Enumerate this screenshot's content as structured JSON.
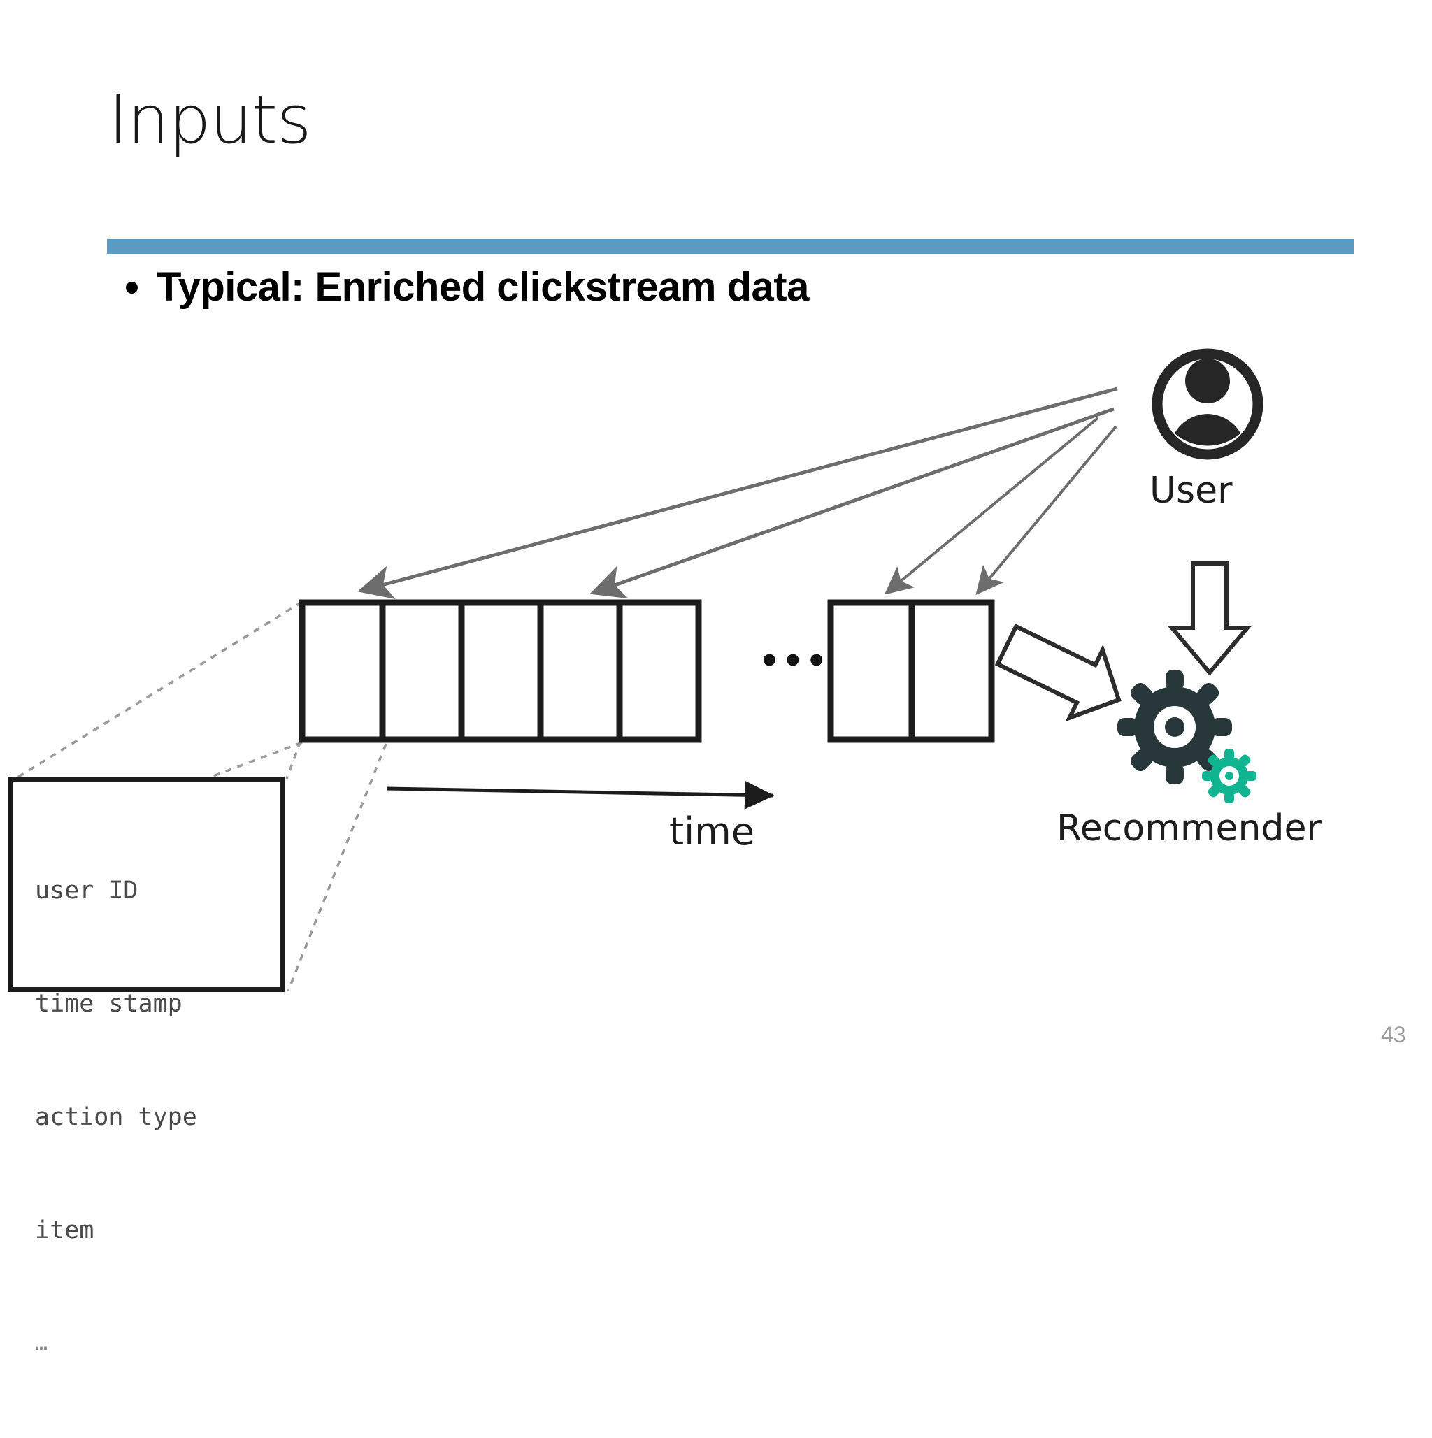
{
  "slide": {
    "title": "Inputs",
    "page_number": "43",
    "accent_color": "#5b9bc4"
  },
  "bullet": {
    "marker": "bullet-dot",
    "text": "Typical: Enriched clickstream data"
  },
  "diagram": {
    "user": {
      "icon": "user-avatar-icon",
      "label": "User"
    },
    "recommender": {
      "icon": "gear-icon",
      "secondary_icon": "small-gear-icon",
      "label": "Recommender",
      "gear_color": "#28383a",
      "small_gear_color": "#10b491"
    },
    "timeline": {
      "label": "time",
      "arrow": "time-arrow-icon"
    },
    "clickstream": {
      "first_group_cells": 5,
      "second_group_cells": 2,
      "gap_label": "•••",
      "cell_border_color": "#1c1c1c"
    },
    "flow_arrow": "block-arrow-icon",
    "down_arrow": "block-down-arrow-icon",
    "user_action_arrows": 4,
    "callout": {
      "lines": [
        "user ID",
        "time stamp",
        "action type",
        "item"
      ],
      "ellipsis": "…"
    }
  }
}
